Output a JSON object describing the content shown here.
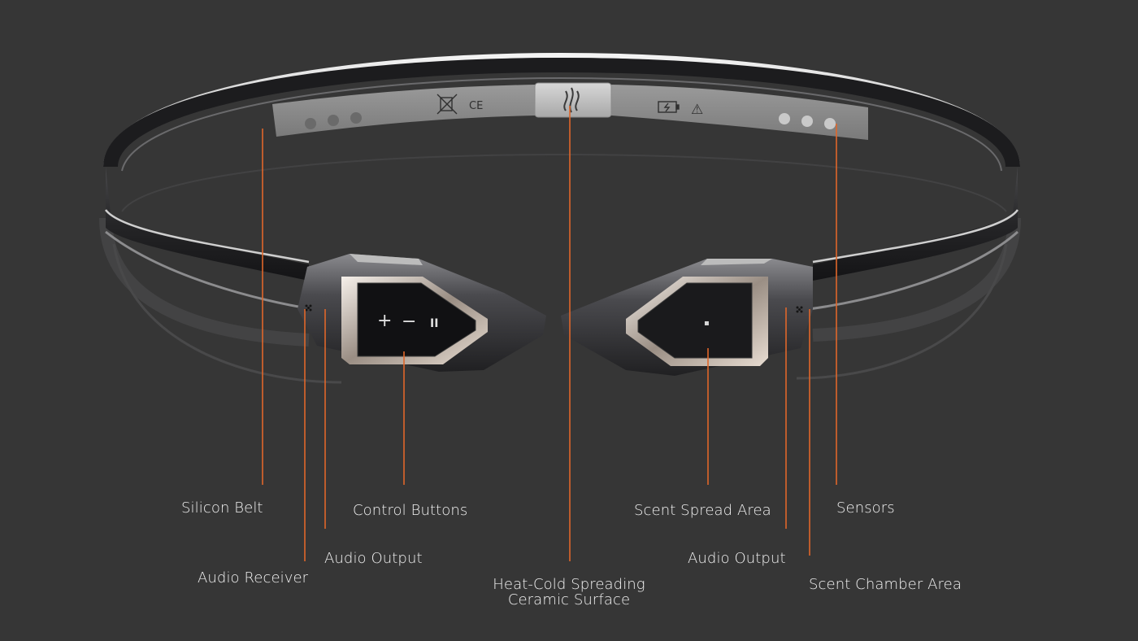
{
  "colors": {
    "background": "#363636",
    "leader_line": "#e0672a",
    "label_text": "#f2f2f2",
    "metal_dark": "#1b1b1d",
    "metal_light": "#d9d9d9"
  },
  "device_glyphs": {
    "plus": "+",
    "minus": "−",
    "pause": "II",
    "dot": "▪",
    "ce_mark": "CE",
    "warning": "⚠"
  },
  "callouts": [
    {
      "id": "silicon-belt",
      "text": "Silicon Belt"
    },
    {
      "id": "audio-receiver",
      "text": "Audio Receiver"
    },
    {
      "id": "audio-output-left",
      "text": "Audio Output"
    },
    {
      "id": "control-buttons",
      "text": "Control Buttons"
    },
    {
      "id": "heat-cold",
      "lines": [
        "Heat-Cold Spreading",
        "Ceramic Surface"
      ]
    },
    {
      "id": "scent-spread",
      "text": "Scent Spread Area"
    },
    {
      "id": "audio-output-right",
      "text": "Audio Output"
    },
    {
      "id": "sensors",
      "text": "Sensors"
    },
    {
      "id": "scent-chamber",
      "text": "Scent Chamber Area"
    }
  ]
}
